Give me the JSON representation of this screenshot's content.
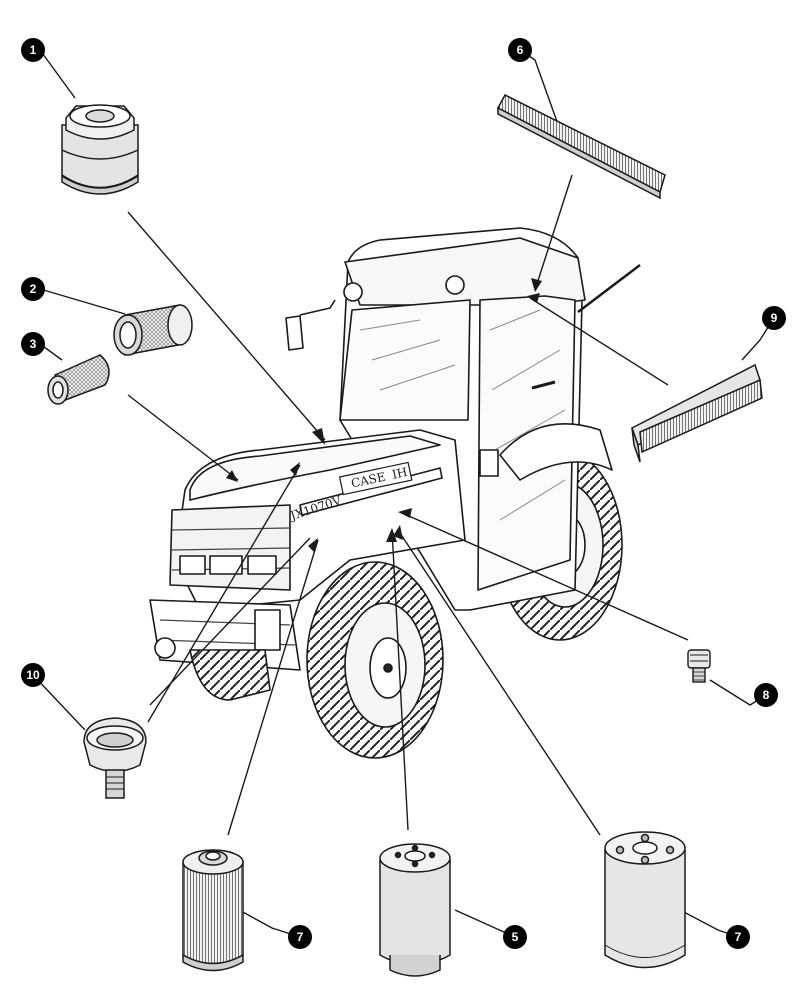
{
  "diagram": {
    "tractor": {
      "model_label": "JX1070V",
      "brand_label": "CASE",
      "brand_suffix": "IH"
    },
    "callouts": [
      {
        "key": "oil-filter",
        "label": "1"
      },
      {
        "key": "outer-air-filter",
        "label": "2"
      },
      {
        "key": "inner-air-filter",
        "label": "3"
      },
      {
        "key": "fuel-filter",
        "label": "5"
      },
      {
        "key": "cab-air-filter",
        "label": "6"
      },
      {
        "key": "hydraulic-filter-element",
        "label": "7"
      },
      {
        "key": "spin-on-hydraulic-filter",
        "label": "7"
      },
      {
        "key": "breather",
        "label": "8"
      },
      {
        "key": "recirculation-filter",
        "label": "9"
      },
      {
        "key": "fuel-prefilter-bowl",
        "label": "10"
      }
    ],
    "colors": {
      "line": "#1a1a1a",
      "badge": "#000000",
      "part_fill": "#e9e9e9",
      "part_shade": "#bdbdbd"
    }
  }
}
